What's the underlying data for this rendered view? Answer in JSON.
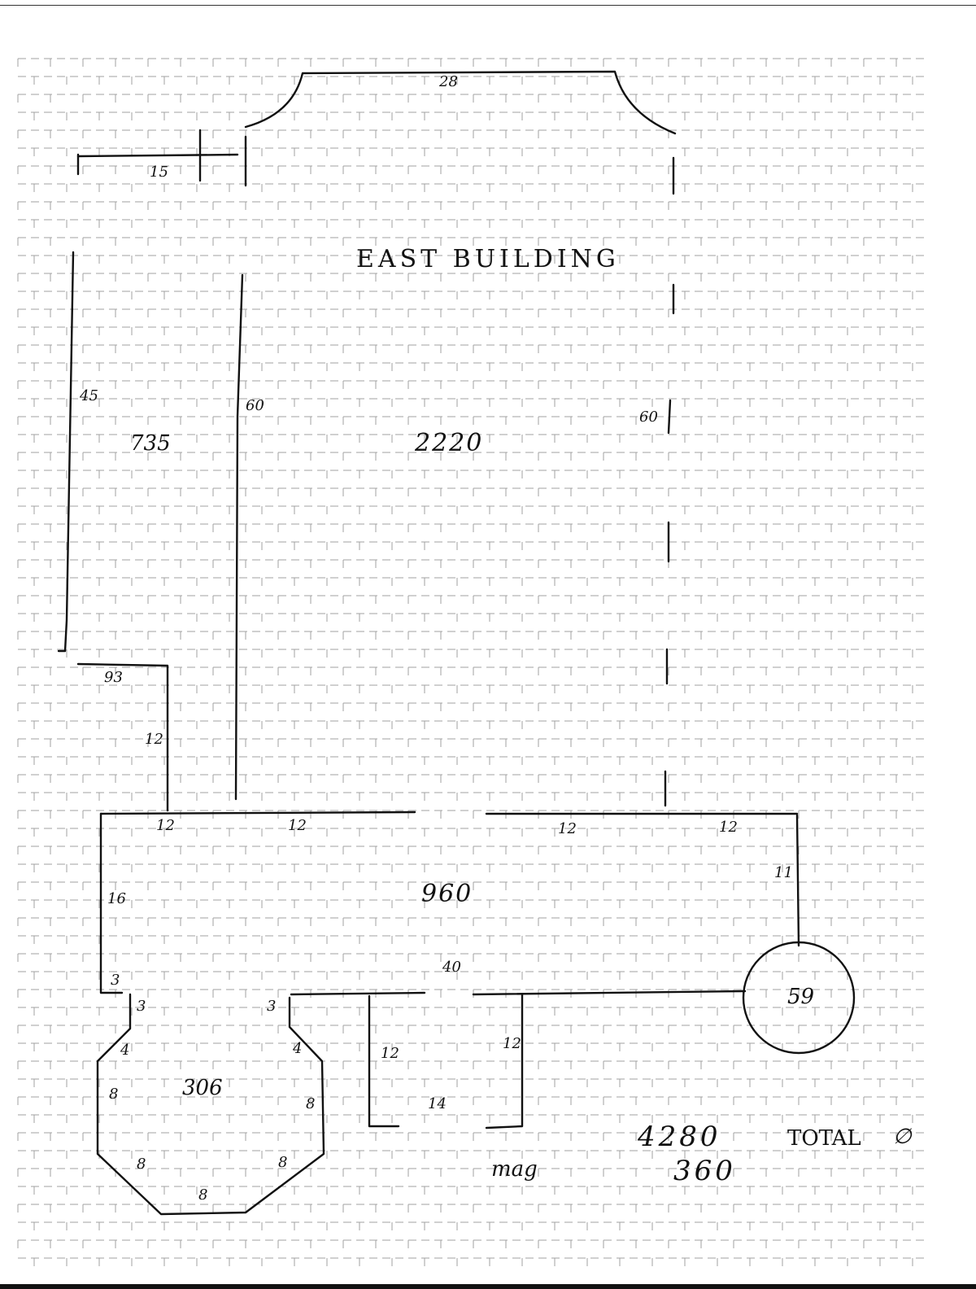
{
  "title": "EAST BUILDING",
  "labels": {
    "top_width": "28",
    "left_stub": "15",
    "wing_left_side": "45",
    "wing_area": "735",
    "wing_right_side": "60",
    "main_area": "2220",
    "main_right_side": "60",
    "notch_width": "93",
    "notch_side": "12",
    "bottom_seg_1": "12",
    "bottom_seg_2": "12",
    "bottom_seg_3": "12",
    "bottom_seg_4": "12",
    "lower_left_side": "16",
    "lower_area": "960",
    "lower_right_side": "11",
    "circle_area": "59",
    "lower_width": "40",
    "oct_step_left": "3",
    "oct_step_left_down": "3",
    "oct_step_right": "3",
    "oct_diag_upper_left": "4",
    "oct_diag_upper_right": "4",
    "oct_side_left": "8",
    "oct_side_right": "8",
    "oct_area": "306",
    "oct_diag_lower_left": "8",
    "oct_diag_lower_right": "8",
    "oct_bottom": "8",
    "bay_left": "12",
    "bay_right": "12",
    "bay_bottom": "14",
    "total_value": "4280",
    "total_label": "TOTAL",
    "total_symbol": "∅",
    "sub_value": "360",
    "signature": "mag"
  }
}
